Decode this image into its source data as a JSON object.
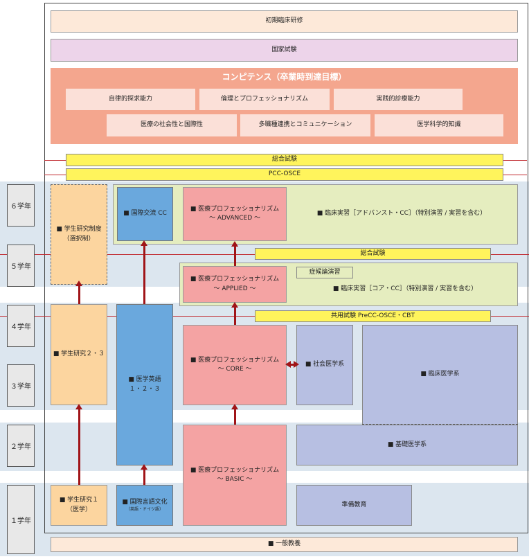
{
  "top": {
    "initial_training": "初期臨床研修",
    "national_exam": "国家試験"
  },
  "competency": {
    "title": "コンピテンス（卒業時到達目標）",
    "items": [
      "自律的探求能力",
      "倫理とプロフェッショナリズム",
      "実践的診療能力",
      "医療の社会性と国際性",
      "多職種連携とコミュニケーション",
      "医学科学的知識"
    ]
  },
  "exams": {
    "comprehensive": "総合試験",
    "pcc_osce": "PCC-OSCE",
    "comprehensive_5": "総合試験",
    "common_exam": "共用試験 PreCC-OSCE・CBT"
  },
  "grades": [
    "６学年",
    "５学年",
    "４学年",
    "３学年",
    "２学年",
    "１学年"
  ],
  "boxes": {
    "student_research_system": "■ 学生研究制度\n（選択制）",
    "intl_cc": "■ 国際交流 CC",
    "prof_advanced": "■ 医療プロフェッショナリズム\n〜 ADVANCED 〜",
    "clinical_advanced": "■ 臨床実習［アドバンスト・CC］（特別演習 / 実習を含む）",
    "symptom_seminar": "症候論演習",
    "prof_applied": "■ 医療プロフェッショナリズム\n〜 APPLIED 〜",
    "clinical_core": "■ 臨床実習［コア・CC］（特別演習 / 実習を含む）",
    "student_research_23": "■ 学生研究２・３",
    "med_english": "■ 医学英語\n１・２・３",
    "prof_core": "■ 医療プロフェッショナリズム\n〜 CORE 〜",
    "social_med": "■ 社会医学系",
    "clinical_med": "■ 臨床医学系",
    "basic_med": "■ 基礎医学系",
    "prof_basic": "■ 医療プロフェッショナリズム\n〜 BASIC 〜",
    "student_research_1": "■ 学生研究１\n（医学）",
    "intl_lang_title": "■ 国際言語文化",
    "intl_lang_sub": "（英語・ドイツ語）",
    "prep_edu": "準備教育",
    "general_edu": "■ 一般教養"
  },
  "colors": {
    "band": "#dce6ef",
    "arrow": "#a01418",
    "red_line": "#c0282d",
    "competency_bg": "#f4a68e"
  }
}
